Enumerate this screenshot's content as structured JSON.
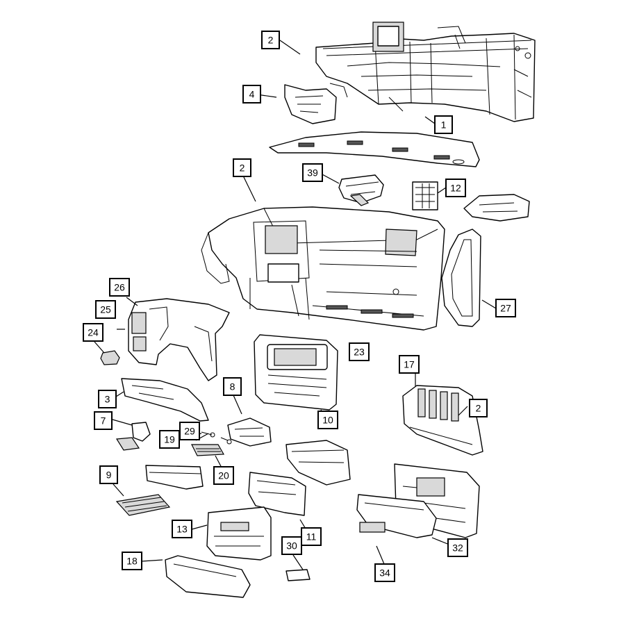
{
  "diagram": {
    "callouts": [
      {
        "id": "c1",
        "label": "1"
      },
      {
        "id": "c2a",
        "label": "2"
      },
      {
        "id": "c4",
        "label": "4"
      },
      {
        "id": "c2b",
        "label": "2"
      },
      {
        "id": "c39",
        "label": "39"
      },
      {
        "id": "c12",
        "label": "12"
      },
      {
        "id": "c26",
        "label": "26"
      },
      {
        "id": "c25",
        "label": "25"
      },
      {
        "id": "c24",
        "label": "24"
      },
      {
        "id": "c27",
        "label": "27"
      },
      {
        "id": "c23",
        "label": "23"
      },
      {
        "id": "c17",
        "label": "17"
      },
      {
        "id": "c2c",
        "label": "2"
      },
      {
        "id": "c3",
        "label": "3"
      },
      {
        "id": "c8",
        "label": "8"
      },
      {
        "id": "c10",
        "label": "10"
      },
      {
        "id": "c7",
        "label": "7"
      },
      {
        "id": "c29",
        "label": "29"
      },
      {
        "id": "c19",
        "label": "19"
      },
      {
        "id": "c20",
        "label": "20"
      },
      {
        "id": "c9",
        "label": "9"
      },
      {
        "id": "c13",
        "label": "13"
      },
      {
        "id": "c11",
        "label": "11"
      },
      {
        "id": "c30",
        "label": "30"
      },
      {
        "id": "c18",
        "label": "18"
      },
      {
        "id": "c32",
        "label": "32"
      },
      {
        "id": "c34",
        "label": "34"
      }
    ]
  }
}
